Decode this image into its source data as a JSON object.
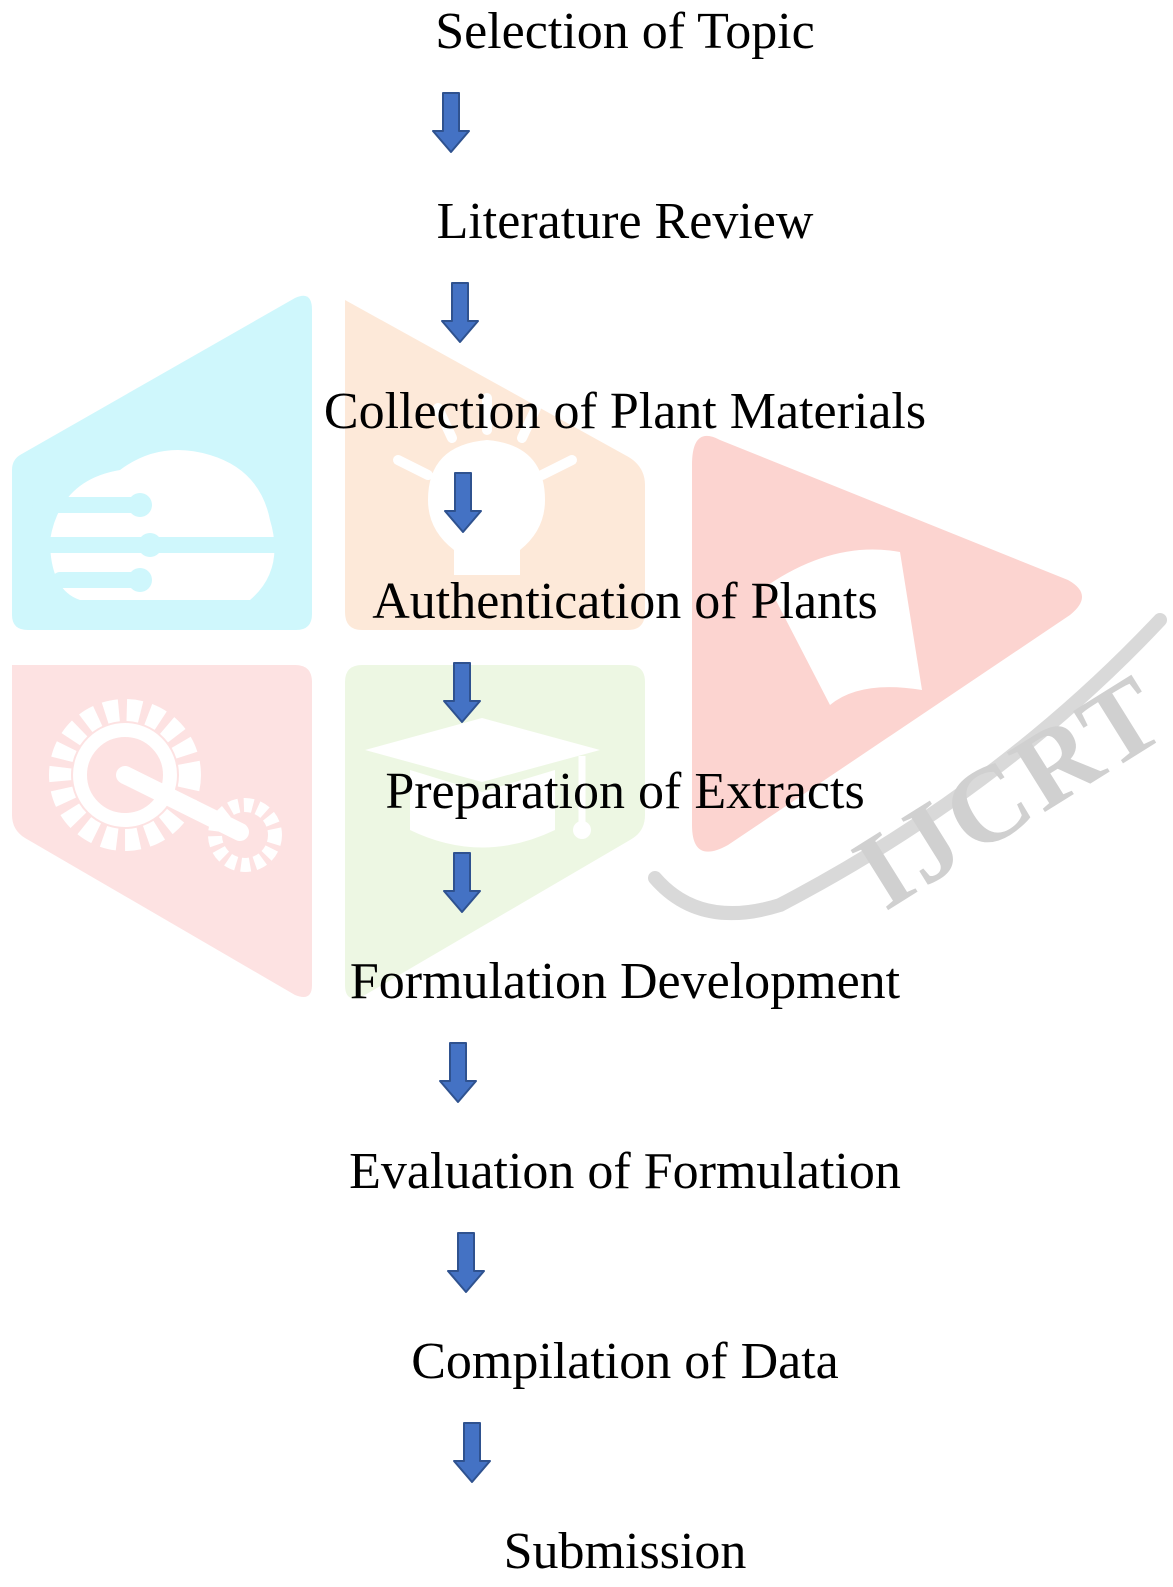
{
  "flow": {
    "steps": [
      "Selection of Topic",
      "Literature Review",
      "Collection of Plant Materials",
      "Authentication of Plants",
      "Preparation of Extracts",
      "Formulation Development",
      "Evaluation of Formulation",
      "Compilation of Data",
      "Submission"
    ],
    "arrow_color": "#4472C4",
    "arrow_outline": "#2F528F"
  },
  "watermark": {
    "text": "IJCRT",
    "colors": {
      "cyan": "#CFF7FC",
      "orange": "#FDE9D9",
      "pink": "#FDE2E2",
      "green": "#EDF7E3",
      "red": "#FCD4D0",
      "gray": "#D0D0D0"
    }
  }
}
